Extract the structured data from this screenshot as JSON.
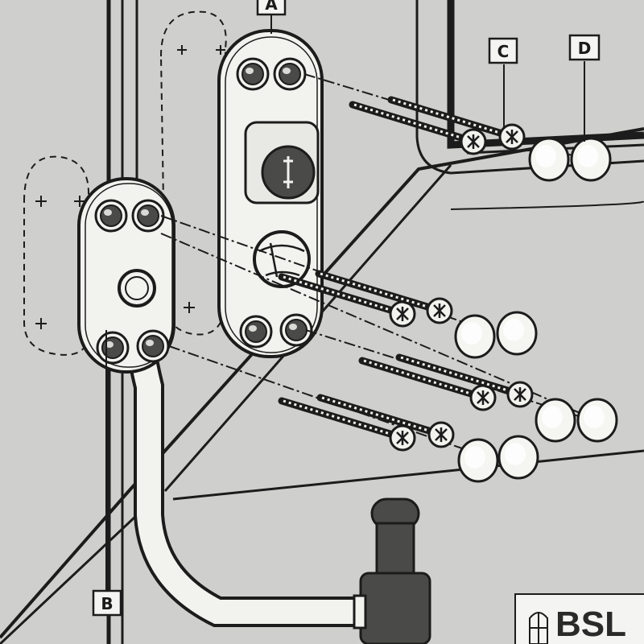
{
  "callouts": {
    "a": "A",
    "b": "B",
    "c": "C",
    "d": "D"
  },
  "brand": {
    "text": "BSL",
    "logo_icon": "window-icon"
  },
  "colors": {
    "paper": "#cfcfcd",
    "ink": "#1c1c1c",
    "part": "#f2f2ef",
    "hole": "#4a4a48"
  }
}
